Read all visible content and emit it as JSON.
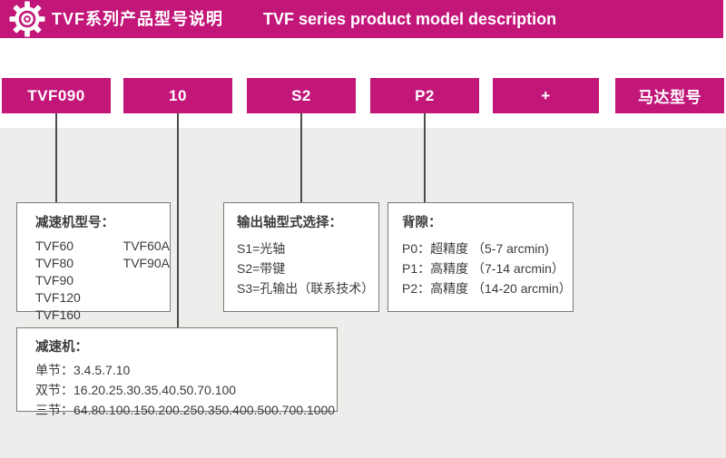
{
  "header": {
    "title_zh": "TVF系列产品型号说明",
    "title_en": "TVF series product model description"
  },
  "model_code": {
    "segments": [
      "TVF090",
      "10",
      "S2",
      "P2",
      "+",
      "马达型号"
    ]
  },
  "boxes": {
    "reducer_model": {
      "title": "减速机型号：",
      "col1": [
        "TVF60",
        "TVF80",
        "TVF90",
        "TVF120",
        "TVF160"
      ],
      "col2": [
        "TVF60A",
        "TVF90A"
      ]
    },
    "output_shaft": {
      "title": "输出轴型式选择：",
      "items": [
        "S1=光轴",
        "S2=带键",
        "S3=孔输出（联系技术）"
      ]
    },
    "backlash": {
      "title": "背隙：",
      "items": [
        "P0：超精度 （5-7 arcmin)",
        "P1：高精度 （7-14 arcmin）",
        "P2：高精度 （14-20 arcmin）"
      ]
    },
    "reducer_ratio": {
      "title": "减速机：",
      "items": [
        "单节：3.4.5.7.10",
        "双节：16.20.25.30.35.40.50.70.100",
        "三节：64.80.100.150.200.250.350.400.500.700.1000"
      ]
    }
  },
  "icons": {
    "gear": "gear-icon"
  },
  "colors": {
    "accent": "#C21679",
    "panel_gray": "#EEEDEB",
    "box_border": "#7C7B77",
    "connector": "#4D4C4A",
    "text": "#3B3B3B",
    "header_text": "#FFFFFF"
  }
}
